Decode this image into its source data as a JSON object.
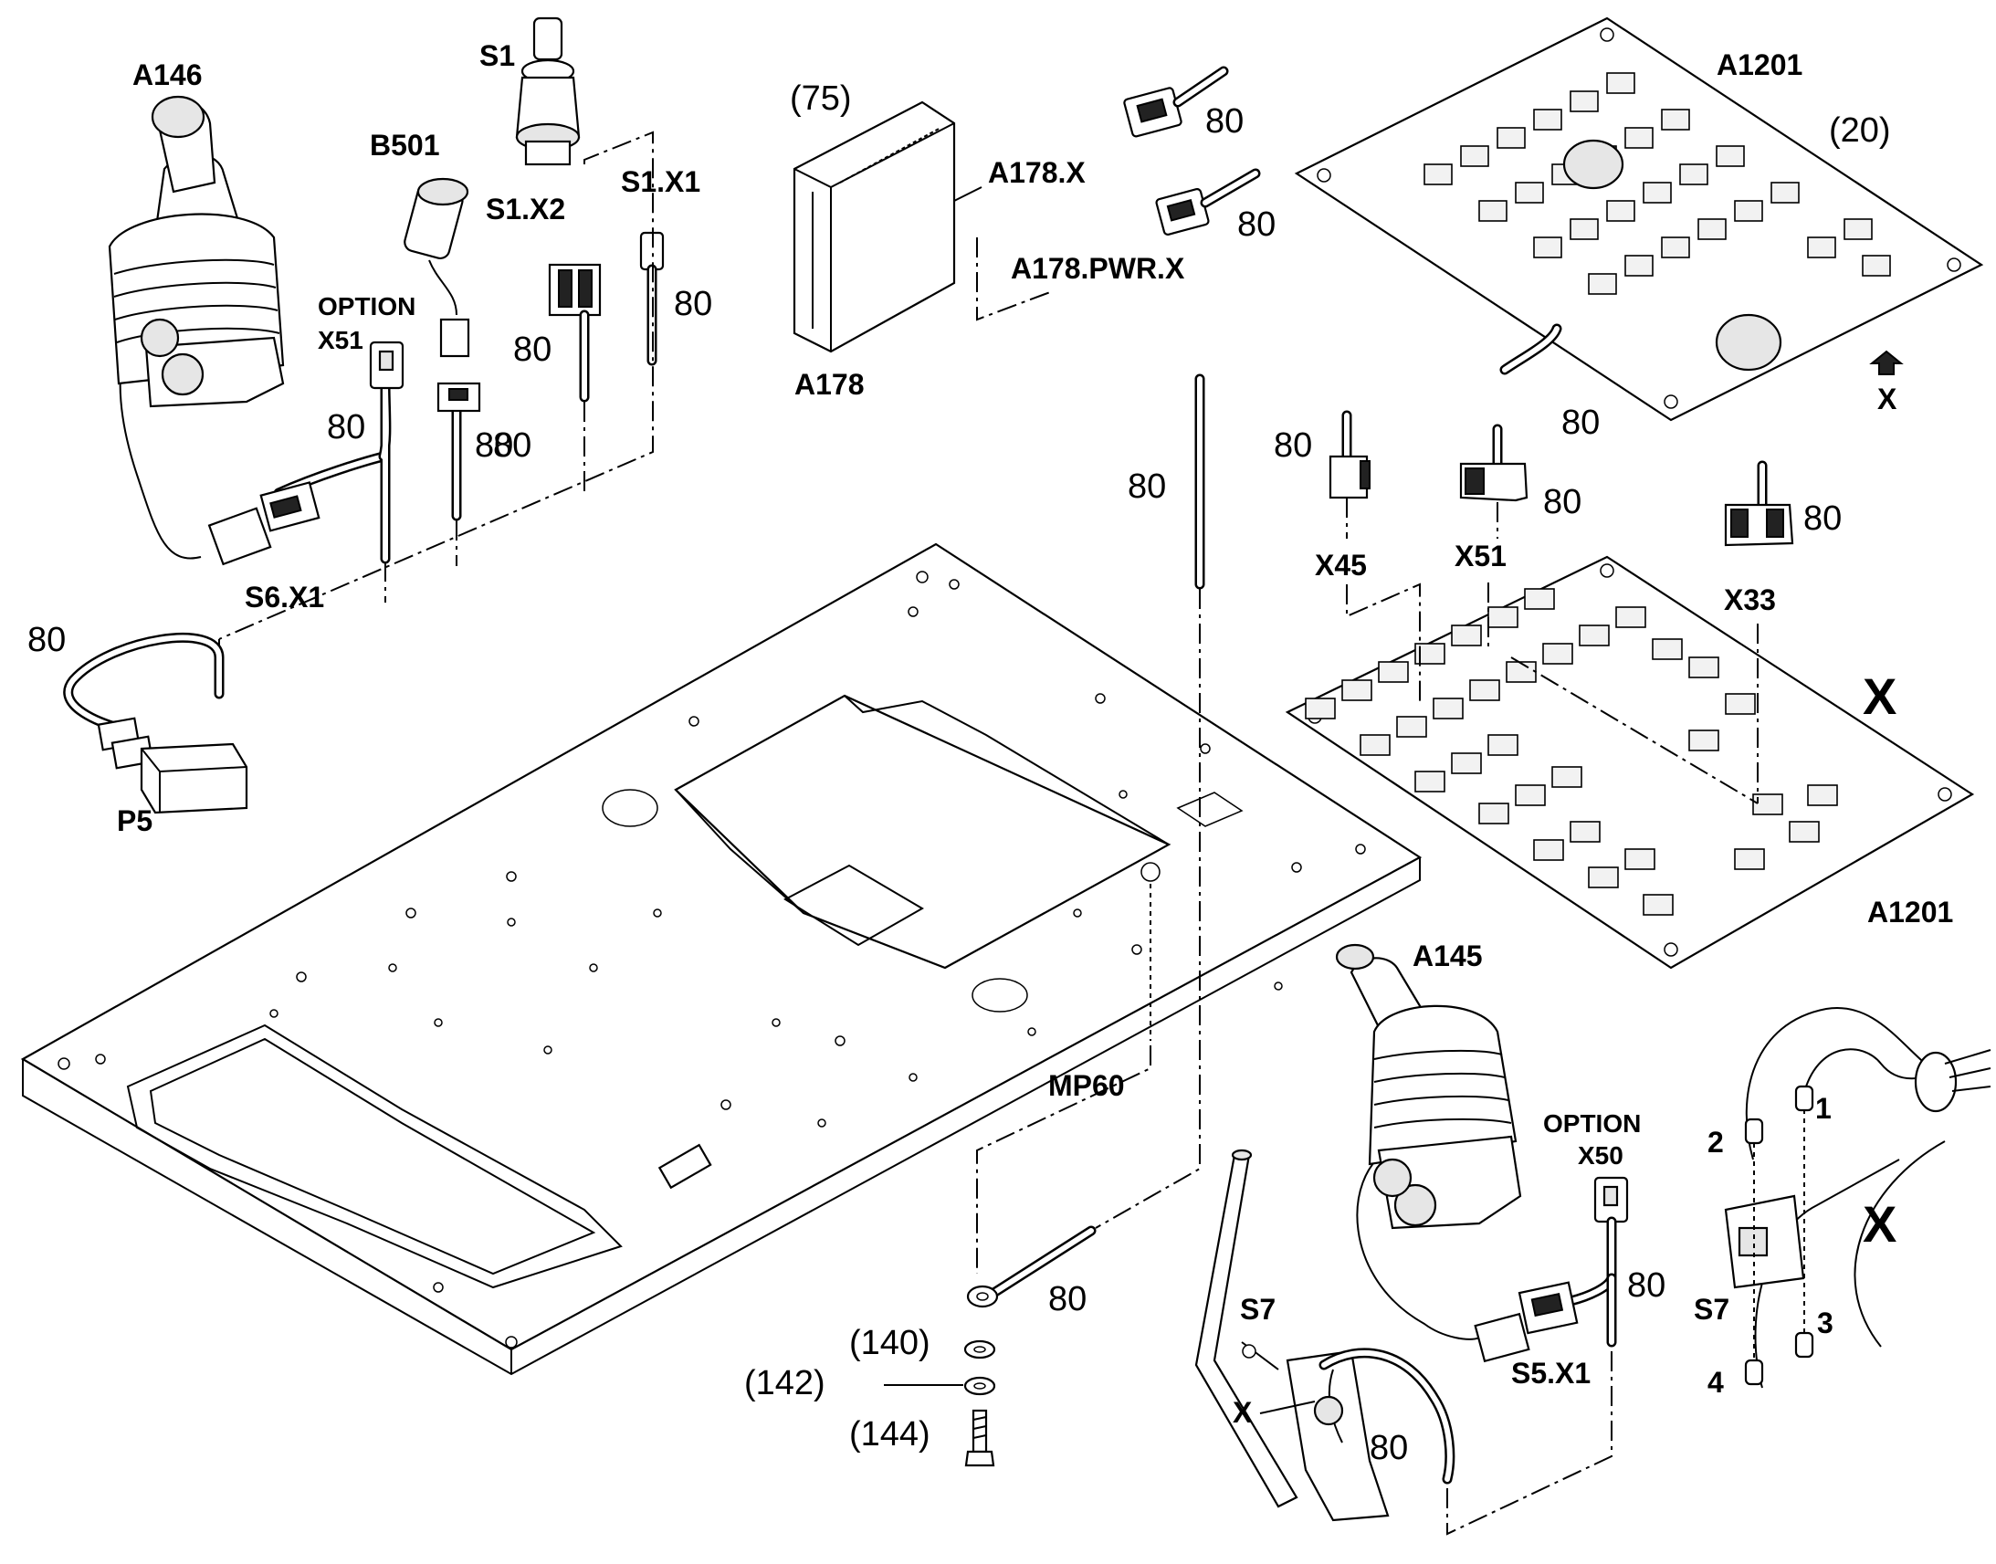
{
  "labels": {
    "a146": "A146",
    "s1": "S1",
    "b501": "B501",
    "s1x2": "S1.X2",
    "s1x1": "S1.X1",
    "option_top": "OPTION",
    "x51_top": "X51",
    "s6x1": "S6.X1",
    "p5": "P5",
    "ref75": "(75)",
    "a178": "A178",
    "a178x": "A178.X",
    "a178pwrx": "A178.PWR.X",
    "a1201_top": "A1201",
    "ref20": "(20)",
    "x_arrow": "X",
    "x45": "X45",
    "x51": "X51",
    "x33": "X33",
    "x_board": "X",
    "a1201_bottom": "A1201",
    "a145": "A145",
    "option_bottom": "OPTION",
    "x50": "X50",
    "s5x1": "S5.X1",
    "mp60": "MP60",
    "ref140": "(140)",
    "ref142": "(142)",
    "ref144": "(144)",
    "s7_left": "S7",
    "x_s7": "X",
    "s7_right": "S7",
    "x_right": "X",
    "pin1": "1",
    "pin2": "2",
    "pin3": "3",
    "pin4": "4"
  },
  "wire_refs": [
    {
      "id": "w-a146",
      "text": "80"
    },
    {
      "id": "w-x51",
      "text": "80"
    },
    {
      "id": "w-b501",
      "text": "80"
    },
    {
      "id": "w-s1x2",
      "text": "80"
    },
    {
      "id": "w-s1x1",
      "text": "80"
    },
    {
      "id": "w-p5",
      "text": "80"
    },
    {
      "id": "w-a178x",
      "text": "80"
    },
    {
      "id": "w-a178pwr",
      "text": "80"
    },
    {
      "id": "w-a1201",
      "text": "80"
    },
    {
      "id": "w-x45",
      "text": "80"
    },
    {
      "id": "w-x51b",
      "text": "80"
    },
    {
      "id": "w-x33",
      "text": "80"
    },
    {
      "id": "w-rod",
      "text": "80"
    },
    {
      "id": "w-ground",
      "text": "80"
    },
    {
      "id": "w-x50",
      "text": "80"
    },
    {
      "id": "w-s7",
      "text": "80"
    }
  ]
}
